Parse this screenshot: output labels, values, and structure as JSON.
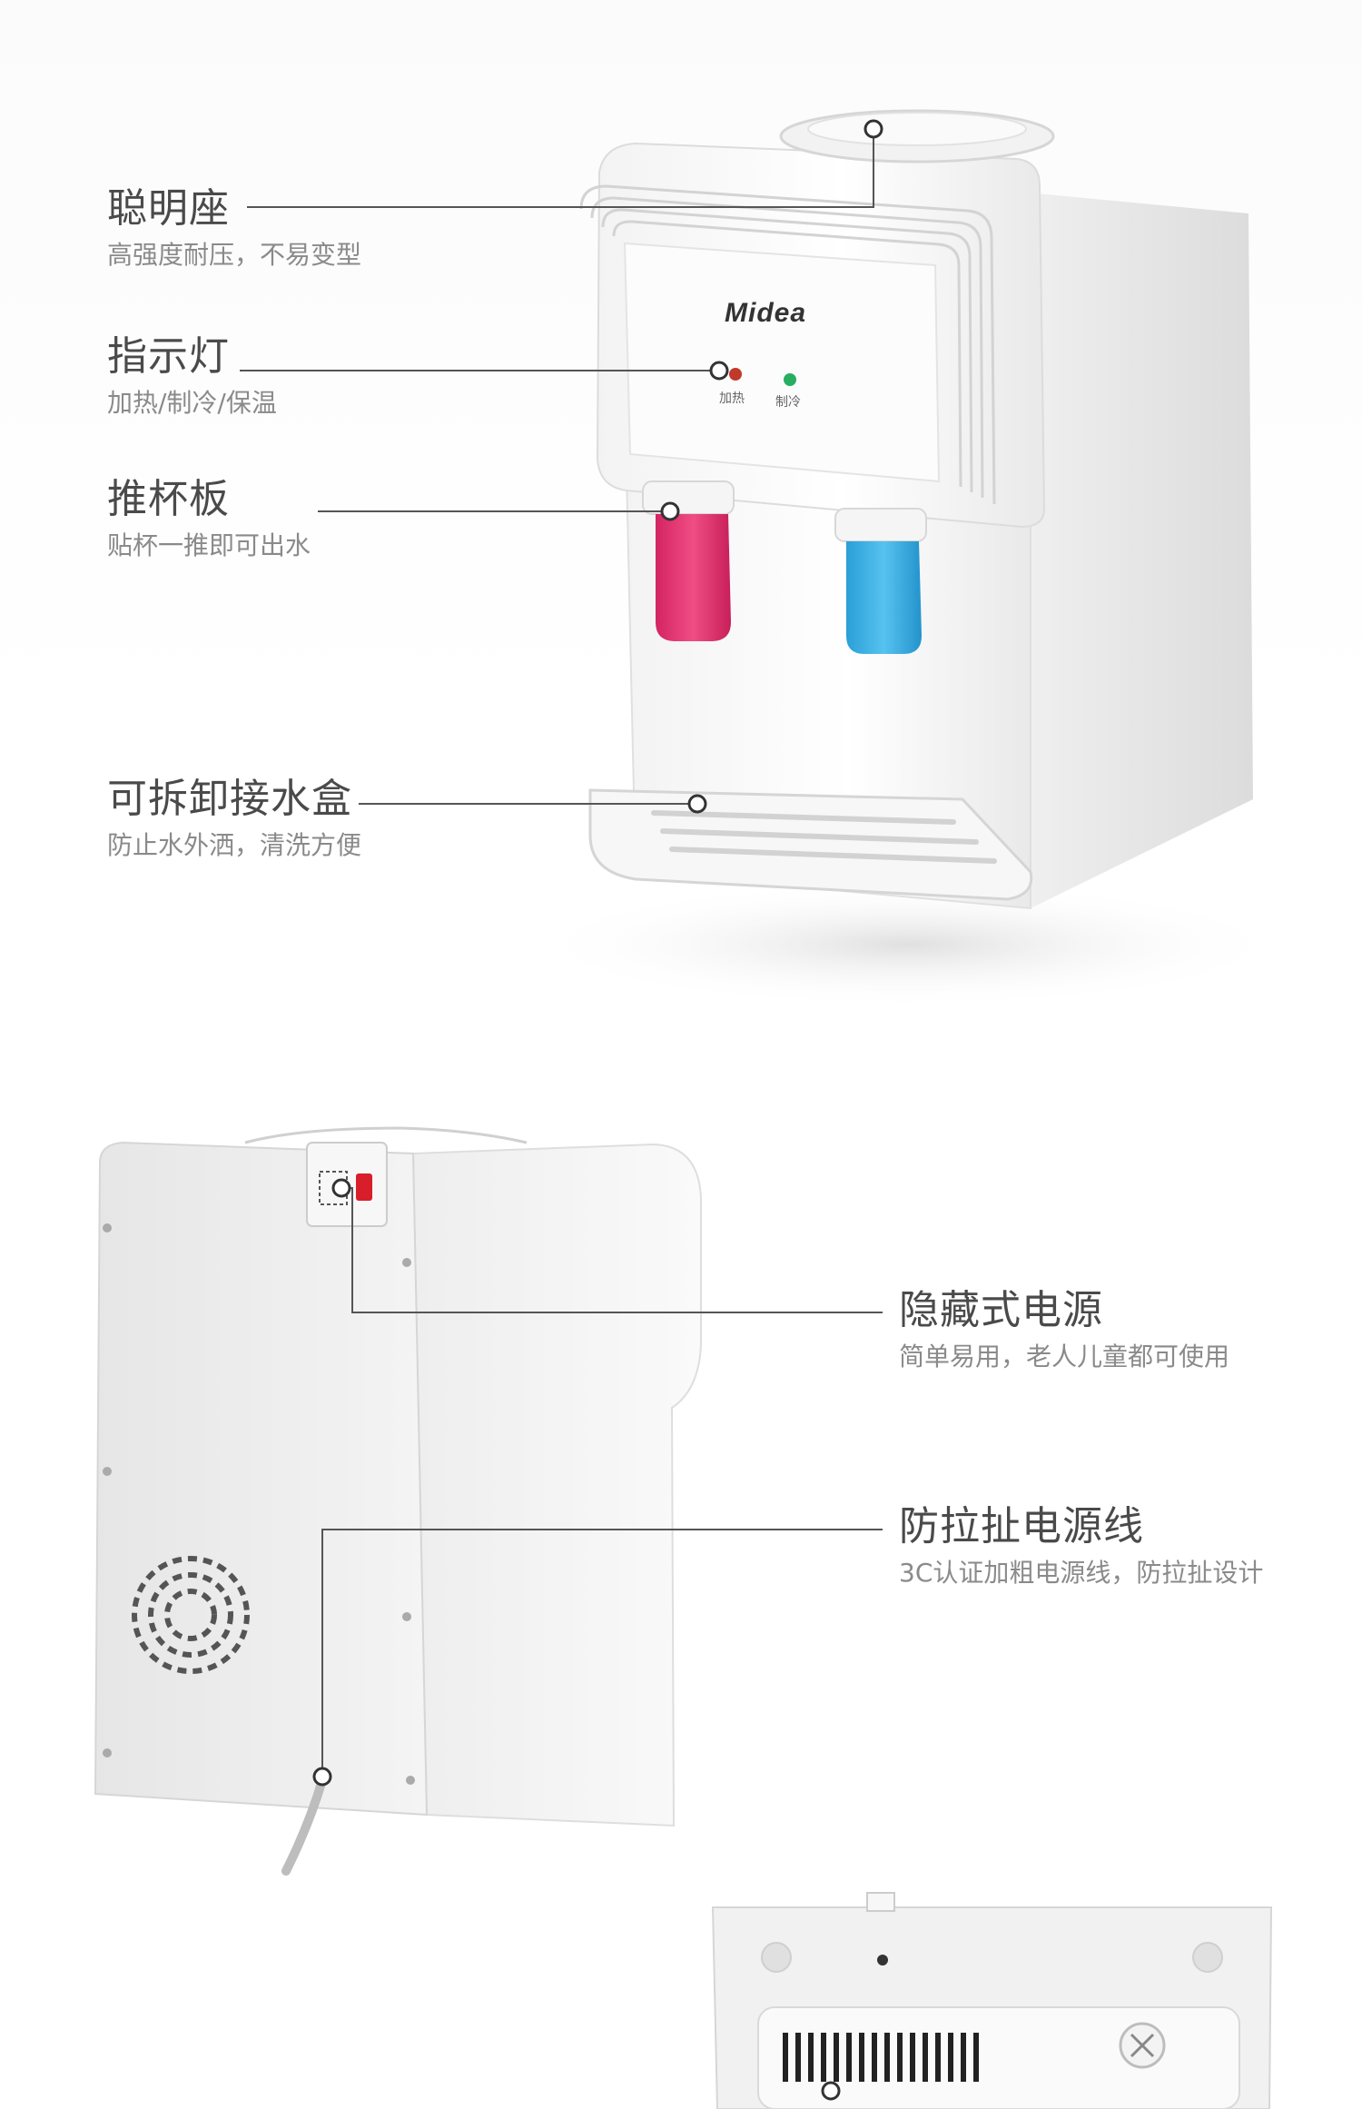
{
  "brand": {
    "logo_text": "Midea"
  },
  "front_features": [
    {
      "title": "聪明座",
      "subtitle": "高强度耐压，不易变型"
    },
    {
      "title": "指示灯",
      "subtitle": "加热/制冷/保温"
    },
    {
      "title": "推杯板",
      "subtitle": "贴杯一推即可出水"
    },
    {
      "title": "可拆卸接水盒",
      "subtitle": "防止水外洒，清洗方便"
    }
  ],
  "indicators": {
    "heat_label": "加热",
    "cool_label": "制冷"
  },
  "back_features": [
    {
      "title": "隐藏式电源",
      "subtitle": "简单易用，老人儿童都可使用"
    },
    {
      "title": "防拉扯电源线",
      "subtitle": "3C认证加粗电源线，防拉扯设计"
    }
  ],
  "colors": {
    "hot_tap": "#e8336f",
    "cold_tap": "#3aaee6",
    "heat_led": "#c0392b",
    "cool_led": "#27ae60",
    "power_switch": "#d81e2a"
  }
}
